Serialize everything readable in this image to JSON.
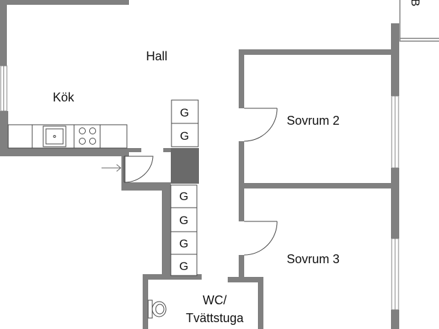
{
  "rooms": {
    "hall": "Hall",
    "kok": "Kök",
    "sovrum2": "Sovrum 2",
    "sovrum3": "Sovrum 3",
    "wc_line1": "WC/",
    "wc_line2": "Tvättstuga",
    "balcony_partial": "B"
  },
  "closets": [
    "G",
    "G",
    "G",
    "G",
    "G",
    "G"
  ],
  "colors": {
    "wall": "#808080",
    "fixture_stroke": "#444444",
    "background": "#ffffff"
  },
  "icons": {
    "stove": "stove-icon",
    "sink": "sink-icon",
    "toilet": "toilet-icon",
    "entrance": "entrance-arrow-icon"
  }
}
